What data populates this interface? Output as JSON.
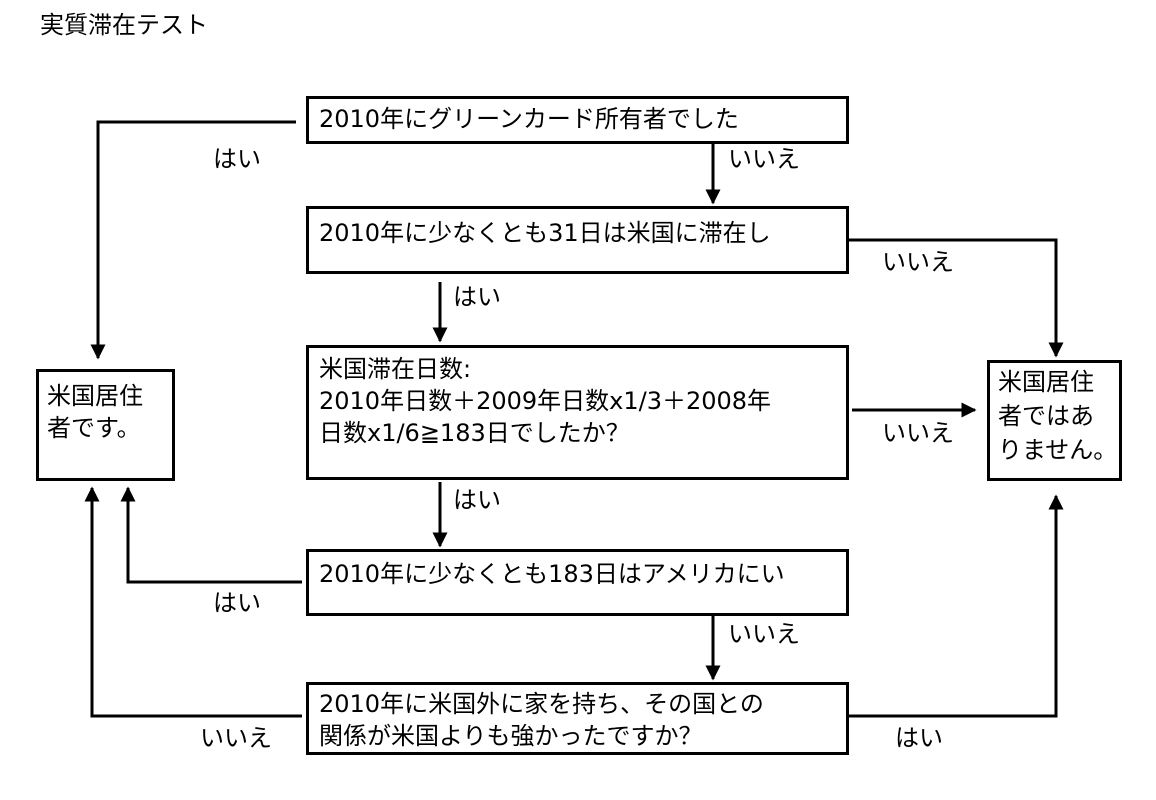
{
  "title": "実質滞在テスト",
  "nodes": {
    "q1": "2010年にグリーンカード所有者でした",
    "q2": "2010年に少なくとも31日は米国に滞在し",
    "q3_line1": "米国滞在日数:",
    "q3_line2": "2010年日数＋2009年日数x1/3＋2008年",
    "q3_line3": "日数x1/6≧183日でしたか？",
    "q4": "2010年に少なくとも183日はアメリカにい",
    "q5_line1": "2010年に米国外に家を持ち、その国との",
    "q5_line2": "関係が米国よりも強かったですか？",
    "resident_line1": "米国居住",
    "resident_line2": "者です。",
    "nonresident_line1": "米国居住",
    "nonresident_line2": "者ではあ",
    "nonresident_line3": "りません。"
  },
  "edges": {
    "q1_yes": "はい",
    "q1_no": "いいえ",
    "q2_no": "いいえ",
    "q2_yes": "はい",
    "q3_no": "いいえ",
    "q3_yes": "はい",
    "q4_yes": "はい",
    "q4_no": "いいえ",
    "q5_no": "いいえ",
    "q5_yes": "はい"
  }
}
